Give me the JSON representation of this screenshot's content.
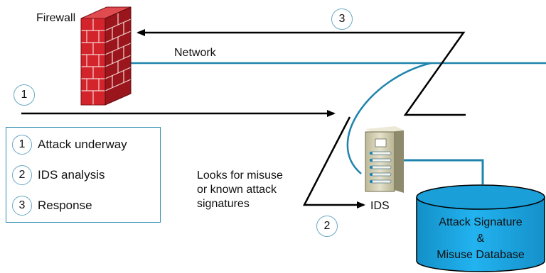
{
  "labels": {
    "firewall": "Firewall",
    "network": "Network",
    "ids": "IDS",
    "looks_for": [
      "Looks for misuse",
      "or known attack",
      "signatures"
    ],
    "database": [
      "Attack Signature",
      "&",
      "Misuse Database"
    ]
  },
  "steps": {
    "step1": "1",
    "step2": "2",
    "step3": "3"
  },
  "legend": [
    {
      "num": "1",
      "text": "Attack underway"
    },
    {
      "num": "2",
      "text": "IDS analysis"
    },
    {
      "num": "3",
      "text": "Response"
    }
  ],
  "colors": {
    "network_line": "#1f84ad",
    "legend_border": "#2e8cb0",
    "firewall_brick": "#c8232a",
    "database_fill": "#1aa7e6",
    "server_body": "#d8d4b8"
  }
}
